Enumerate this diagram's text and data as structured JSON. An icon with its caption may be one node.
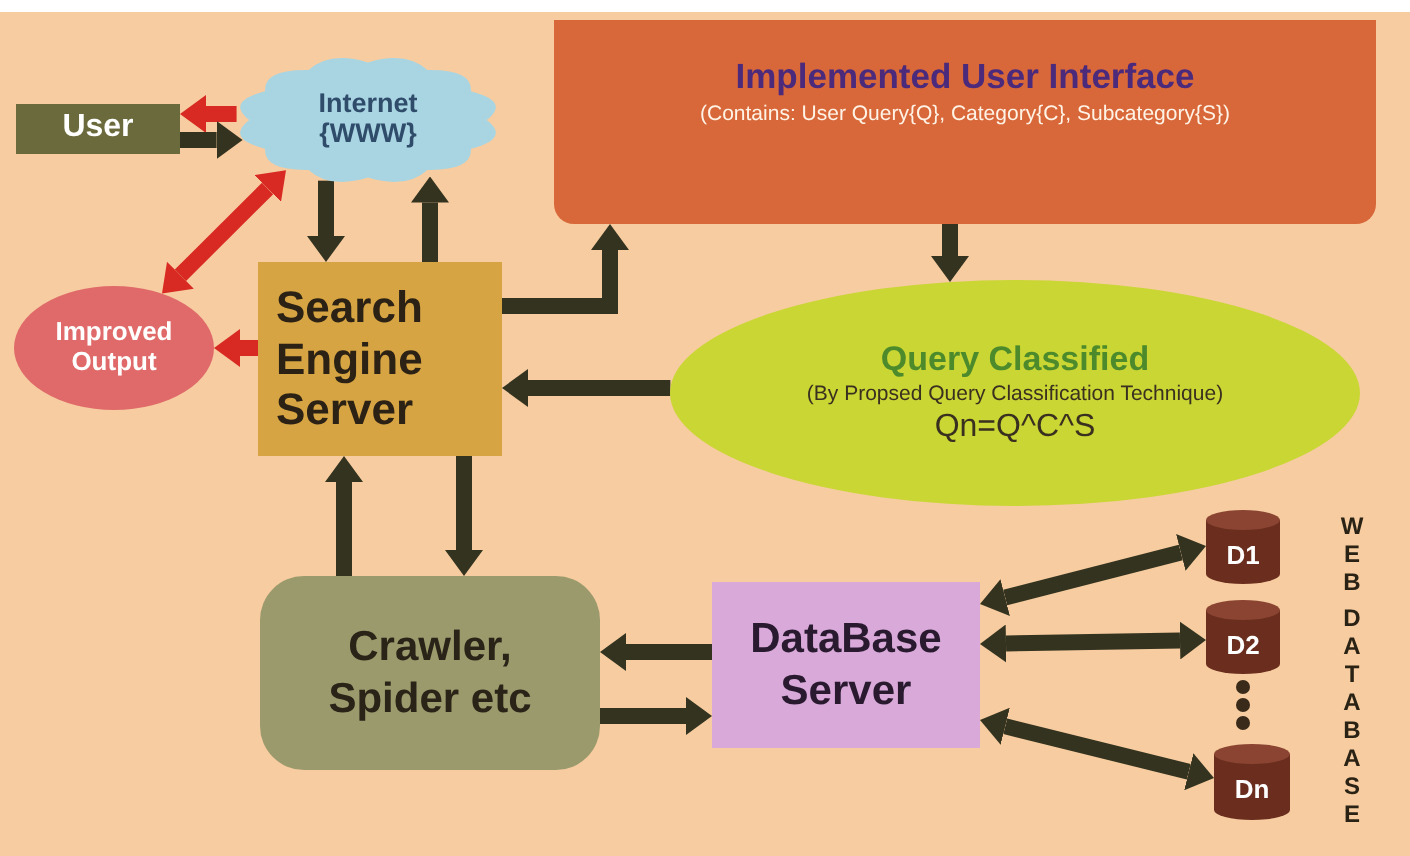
{
  "diagram": {
    "nodes": [
      {
        "text": [
          "User"
        ]
      },
      {
        "text": [
          "Internet {WWW}"
        ]
      },
      {
        "text": [
          "Implemented User Interface",
          "(Contains: User Query{Q}, Category{C}, Subcategory{S})"
        ]
      },
      {
        "text": [
          "Improved Output"
        ]
      },
      {
        "text": [
          "Search Engine Server"
        ]
      },
      {
        "text": [
          "Query Classified",
          "(By Propsed Query Classification Technique)",
          "Qn=Q^C^S"
        ]
      },
      {
        "text": [
          "Crawler, Spider etc"
        ]
      },
      {
        "text": [
          "DataBase Server"
        ]
      },
      {
        "text": [
          "D1"
        ]
      },
      {
        "text": [
          "D2"
        ]
      },
      {
        "text": [
          "Dn"
        ]
      }
    ],
    "edges": [
      {
        "from": 1,
        "to": 0,
        "arrow": "to",
        "color": "#d82a22"
      },
      {
        "from": 0,
        "to": 1,
        "arrow": "to"
      },
      {
        "from": 1,
        "to": 4,
        "arrow": "to"
      },
      {
        "from": 4,
        "to": 1,
        "arrow": "to"
      },
      {
        "from": 1,
        "to": 3,
        "arrow": "both",
        "color": "#d82a22"
      },
      {
        "from": 4,
        "to": 3,
        "arrow": "to",
        "color": "#d82a22"
      },
      {
        "from": 4,
        "to": 2,
        "arrow": "to"
      },
      {
        "from": 2,
        "to": 5,
        "arrow": "to"
      },
      {
        "from": 5,
        "to": 4,
        "arrow": "to"
      },
      {
        "from": 6,
        "to": 4,
        "arrow": "to"
      },
      {
        "from": 4,
        "to": 6,
        "arrow": "to"
      },
      {
        "from": 7,
        "to": 6,
        "arrow": "to"
      },
      {
        "from": 6,
        "to": 7,
        "arrow": "to"
      },
      {
        "from": 7,
        "to": 8,
        "arrow": "both"
      },
      {
        "from": 7,
        "to": 9,
        "arrow": "both"
      },
      {
        "from": 7,
        "to": 10,
        "arrow": "both"
      }
    ],
    "labels": [
      "WEB",
      "DATABASE"
    ]
  }
}
